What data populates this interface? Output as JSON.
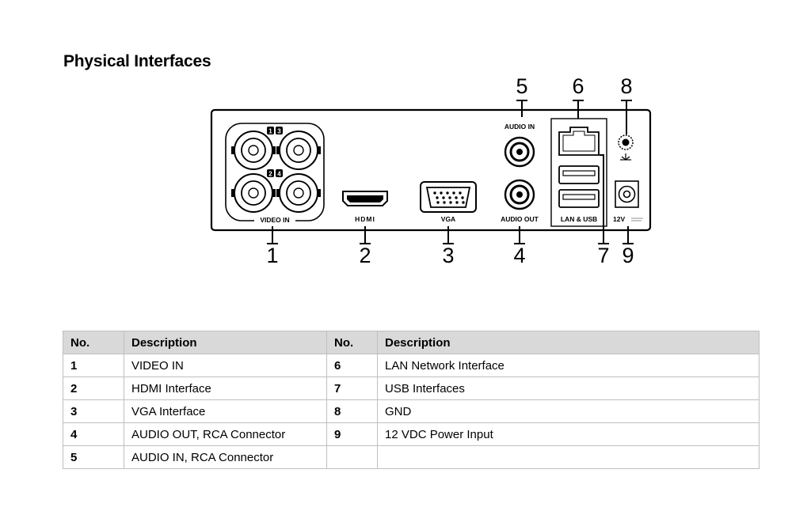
{
  "title": "Physical Interfaces",
  "diagram": {
    "callouts": [
      "1",
      "2",
      "3",
      "4",
      "5",
      "6",
      "7",
      "8",
      "9"
    ],
    "port_labels": {
      "video_in": "VIDEO IN",
      "hdmi": "HDMI",
      "vga": "VGA",
      "audio_in": "AUDIO IN",
      "audio_out": "AUDIO OUT",
      "lan_usb": "LAN & USB",
      "power": "12V",
      "channels": [
        "1",
        "3",
        "2",
        "4"
      ]
    }
  },
  "table": {
    "headers": [
      "No.",
      "Description",
      "No.",
      "Description"
    ],
    "rows": [
      {
        "n1": "1",
        "d1": "VIDEO IN",
        "n2": "6",
        "d2": "LAN Network Interface"
      },
      {
        "n1": "2",
        "d1": "HDMI Interface",
        "n2": "7",
        "d2": "USB Interfaces"
      },
      {
        "n1": "3",
        "d1": "VGA Interface",
        "n2": "8",
        "d2": "GND"
      },
      {
        "n1": "4",
        "d1": "AUDIO OUT, RCA Connector",
        "n2": "9",
        "d2": "12 VDC Power Input"
      },
      {
        "n1": "5",
        "d1": "AUDIO IN, RCA Connector",
        "n2": "",
        "d2": ""
      }
    ]
  }
}
